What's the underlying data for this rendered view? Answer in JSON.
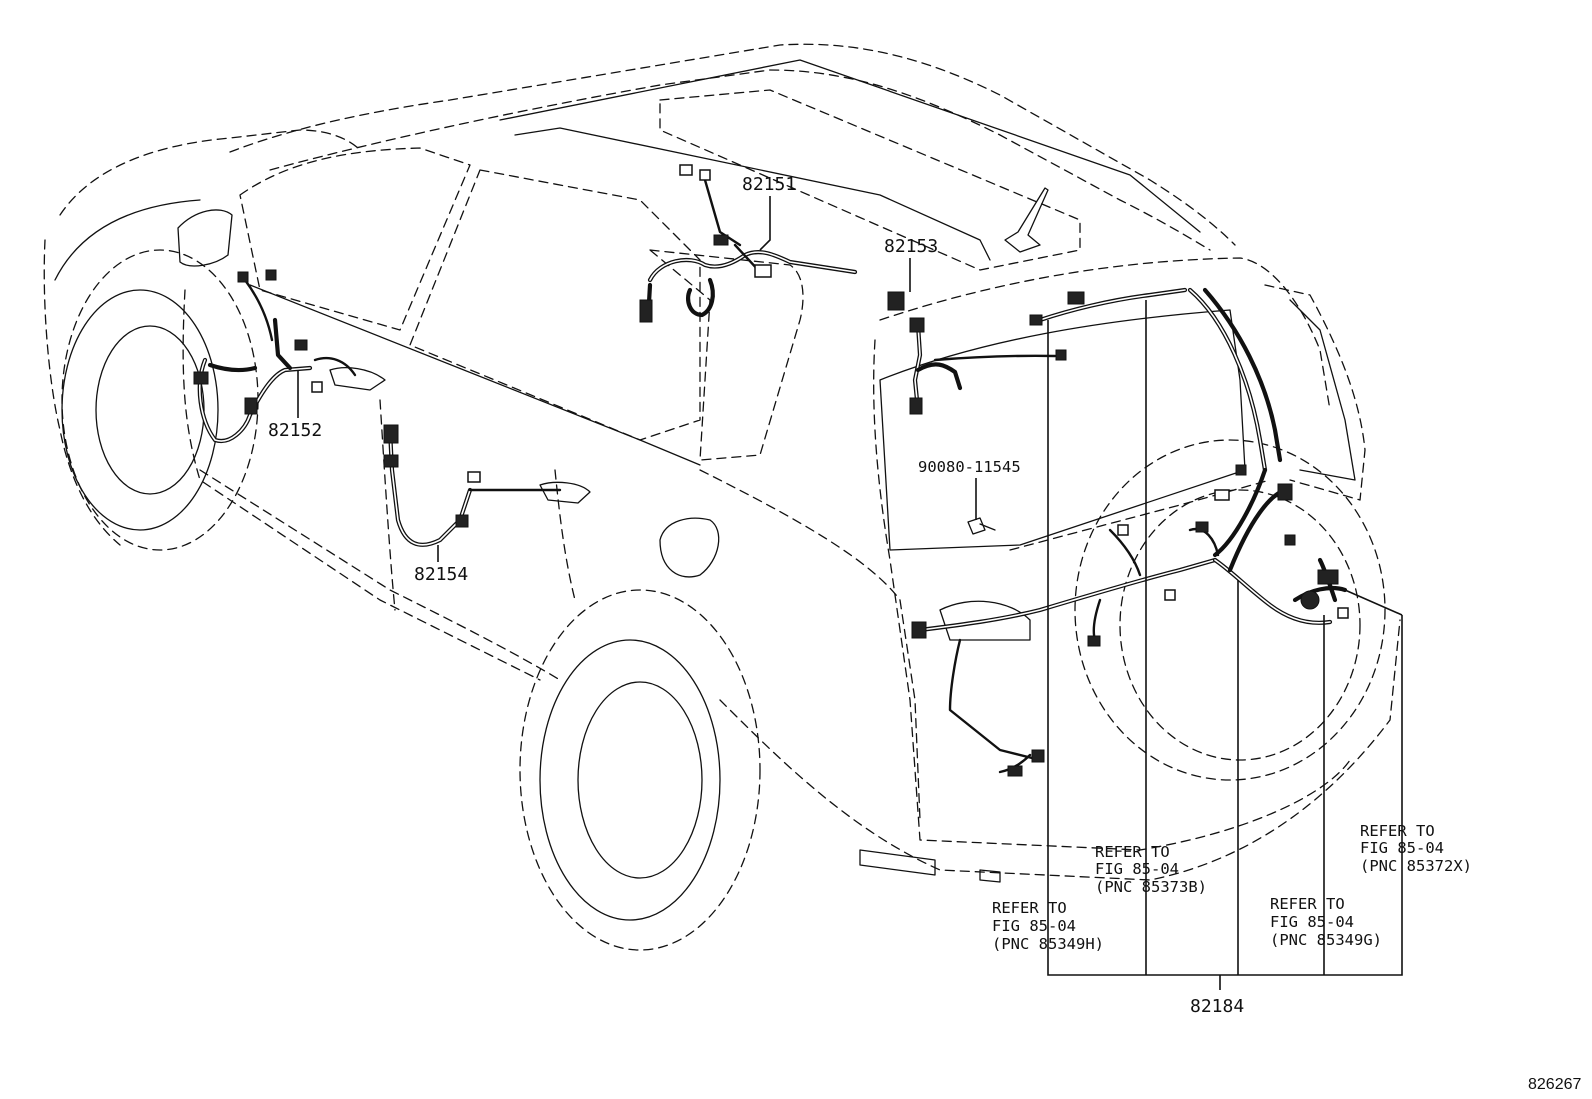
{
  "parts": {
    "p82151": "82151",
    "p82152": "82152",
    "p82153": "82153",
    "p82154": "82154",
    "p82184": "82184",
    "p90080": "90080-11545"
  },
  "notes": {
    "n85373b": [
      "REFER TO",
      "FIG 85-04",
      "(PNC 85373B)"
    ],
    "n85349h": [
      "REFER TO",
      "FIG 85-04",
      "(PNC 85349H)"
    ],
    "n85349g": [
      "REFER TO",
      "FIG 85-04",
      "(PNC 85349G)"
    ],
    "n85372x": [
      "REFER TO",
      "FIG 85-04",
      "(PNC 85372X)"
    ]
  },
  "figure_id": "826267"
}
